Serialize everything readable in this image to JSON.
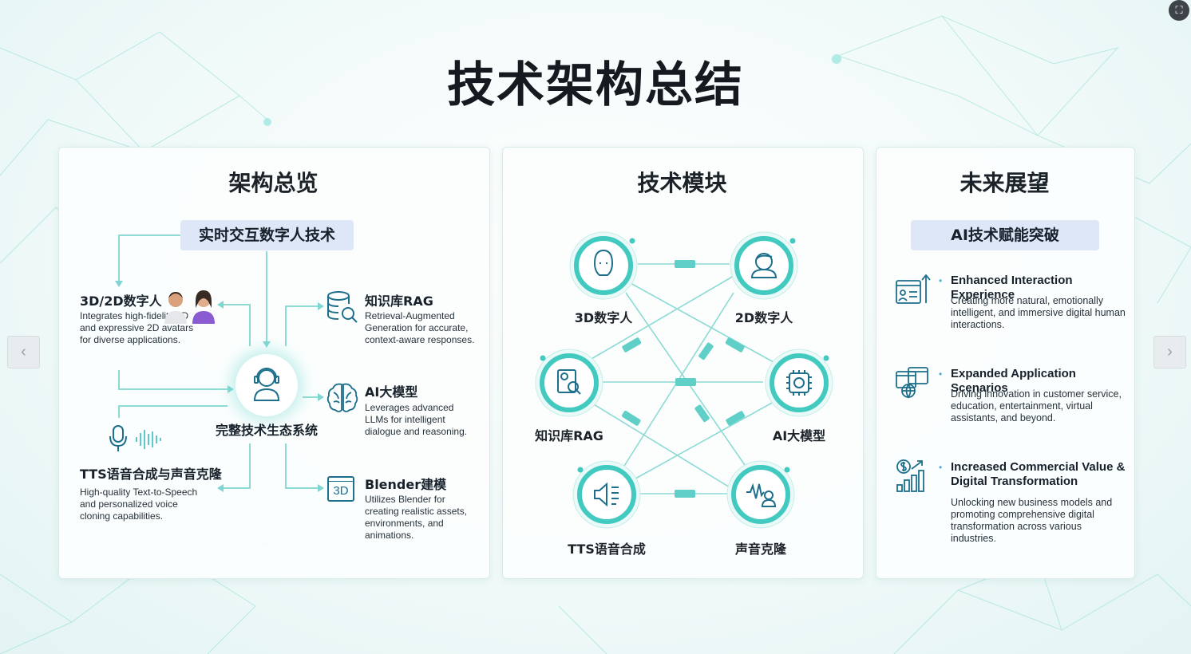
{
  "title": "技术架构总结",
  "nav": {
    "prev": "‹",
    "next": "›",
    "fullscreen": "⛶"
  },
  "colors": {
    "accent": "#39c7bf",
    "connector": "#7fd6d0",
    "chip": "#dde7f7"
  },
  "overview": {
    "title": "架构总览",
    "top_chip": "实时交互数字人技术",
    "center_label": "完整技术生态系统",
    "left_items": [
      {
        "title": "3D/2D数字人",
        "desc": "Integrates high-fidelity 3D and expressive 2D avatars for diverse applications."
      },
      {
        "title": "TTS语音合成与声音克隆",
        "desc": "High-quality Text-to-Speech and personalized voice cloning capabilities."
      }
    ],
    "right_items": [
      {
        "title": "知识库RAG",
        "desc": "Retrieval-Augmented Generation for accurate, context-aware responses."
      },
      {
        "title": "AI大模型",
        "desc": "Leverages advanced LLMs for intelligent dialogue and reasoning."
      },
      {
        "title": "Blender建模",
        "desc": "Utilizes Blender for creating realistic assets, environments, and animations.",
        "icon_text": "3D"
      }
    ]
  },
  "modules": {
    "title": "技术模块",
    "nodes": [
      {
        "label": "3D数字人",
        "icon": "head-icon"
      },
      {
        "label": "2D数字人",
        "icon": "avatar-icon"
      },
      {
        "label": "知识库RAG",
        "icon": "book-search-icon"
      },
      {
        "label": "AI大模型",
        "icon": "chip-brain-icon"
      },
      {
        "label": "TTS语音合成",
        "icon": "speaker-icon"
      },
      {
        "label": "声音克隆",
        "icon": "voice-person-icon"
      }
    ]
  },
  "future": {
    "title": "未来展望",
    "chip": "AI技术赋能突破",
    "items": [
      {
        "title": "Enhanced Interaction Experience",
        "desc": "Creating more natural, emotionally intelligent, and immersive digital human interactions."
      },
      {
        "title": "Expanded Application Scenarios",
        "desc": "Driving innovation in customer service, education, entertainment, virtual assistants, and beyond."
      },
      {
        "title": "Increased Commercial Value & Digital Transformation",
        "desc": "Unlocking new business models and promoting comprehensive digital transformation across various industries."
      }
    ]
  }
}
